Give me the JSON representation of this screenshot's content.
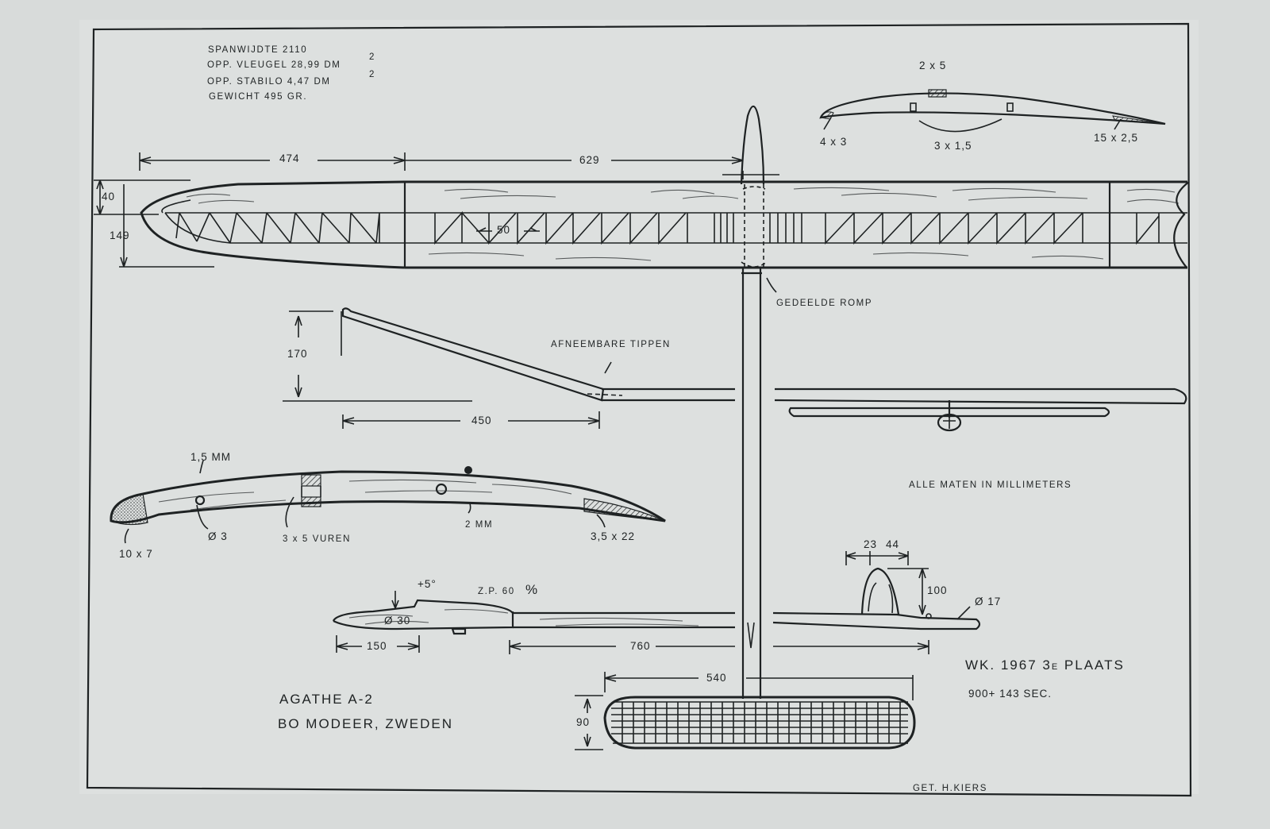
{
  "specs": {
    "span": "SPANWIJDTE  2110",
    "wing_area": "OPP. VLEUGEL  28,99  DM",
    "wing_area_exp": "2",
    "stab_area": "OPP. STABILO    4,47  DM",
    "stab_area_exp": "2",
    "weight": "GEWICHT  495  GR."
  },
  "wing_plan": {
    "dim_tip_span": "474",
    "dim_inner_span": "629",
    "dim_tip_chord": "40",
    "dim_root_chord": "149",
    "dim_rib_spacing": "50"
  },
  "stab_section": {
    "spar_top": "2 x 5",
    "leading_edge": "4 x 3",
    "spars": "3 x 1,5",
    "trailing_edge": "15 x 2,5"
  },
  "fuselage_note": "GEDEELDE ROMP",
  "front_view": {
    "dim_dihedral": "170",
    "dim_tip_length": "450",
    "note_tips": "AFNEEMBARE TIPPEN"
  },
  "wing_section": {
    "sheeting": "1,5 MM",
    "leading_edge": "10 x 7",
    "hole": "Ø 3",
    "spar": "3 x 5  VUREN",
    "ribs": "2 MM",
    "trailing_edge": "3,5 x 22"
  },
  "units_note": "ALLE MATEN IN MILLIMETERS",
  "side_view": {
    "incidence": "+5°",
    "cg": "Z.P. 60",
    "cg_percent": "%",
    "dim_nose_hole": "Ø 30",
    "dim_nose": "150",
    "dim_tail": "760",
    "dim_fin_a": "23",
    "dim_fin_b": "44",
    "dim_fin_height": "100",
    "dim_tail_hole": "Ø 17"
  },
  "stab_plan": {
    "dim_span": "540",
    "dim_chord": "90"
  },
  "title": {
    "name": "AGATHE   A-2",
    "designer": "BO MODEER,  ZWEDEN"
  },
  "result": {
    "line1_a": "WK. 1967 3",
    "line1_sub": "E",
    "line1_b": " PLAATS",
    "line2": "900+ 143 SEC."
  },
  "drawn_by": "GET. H.KIERS"
}
